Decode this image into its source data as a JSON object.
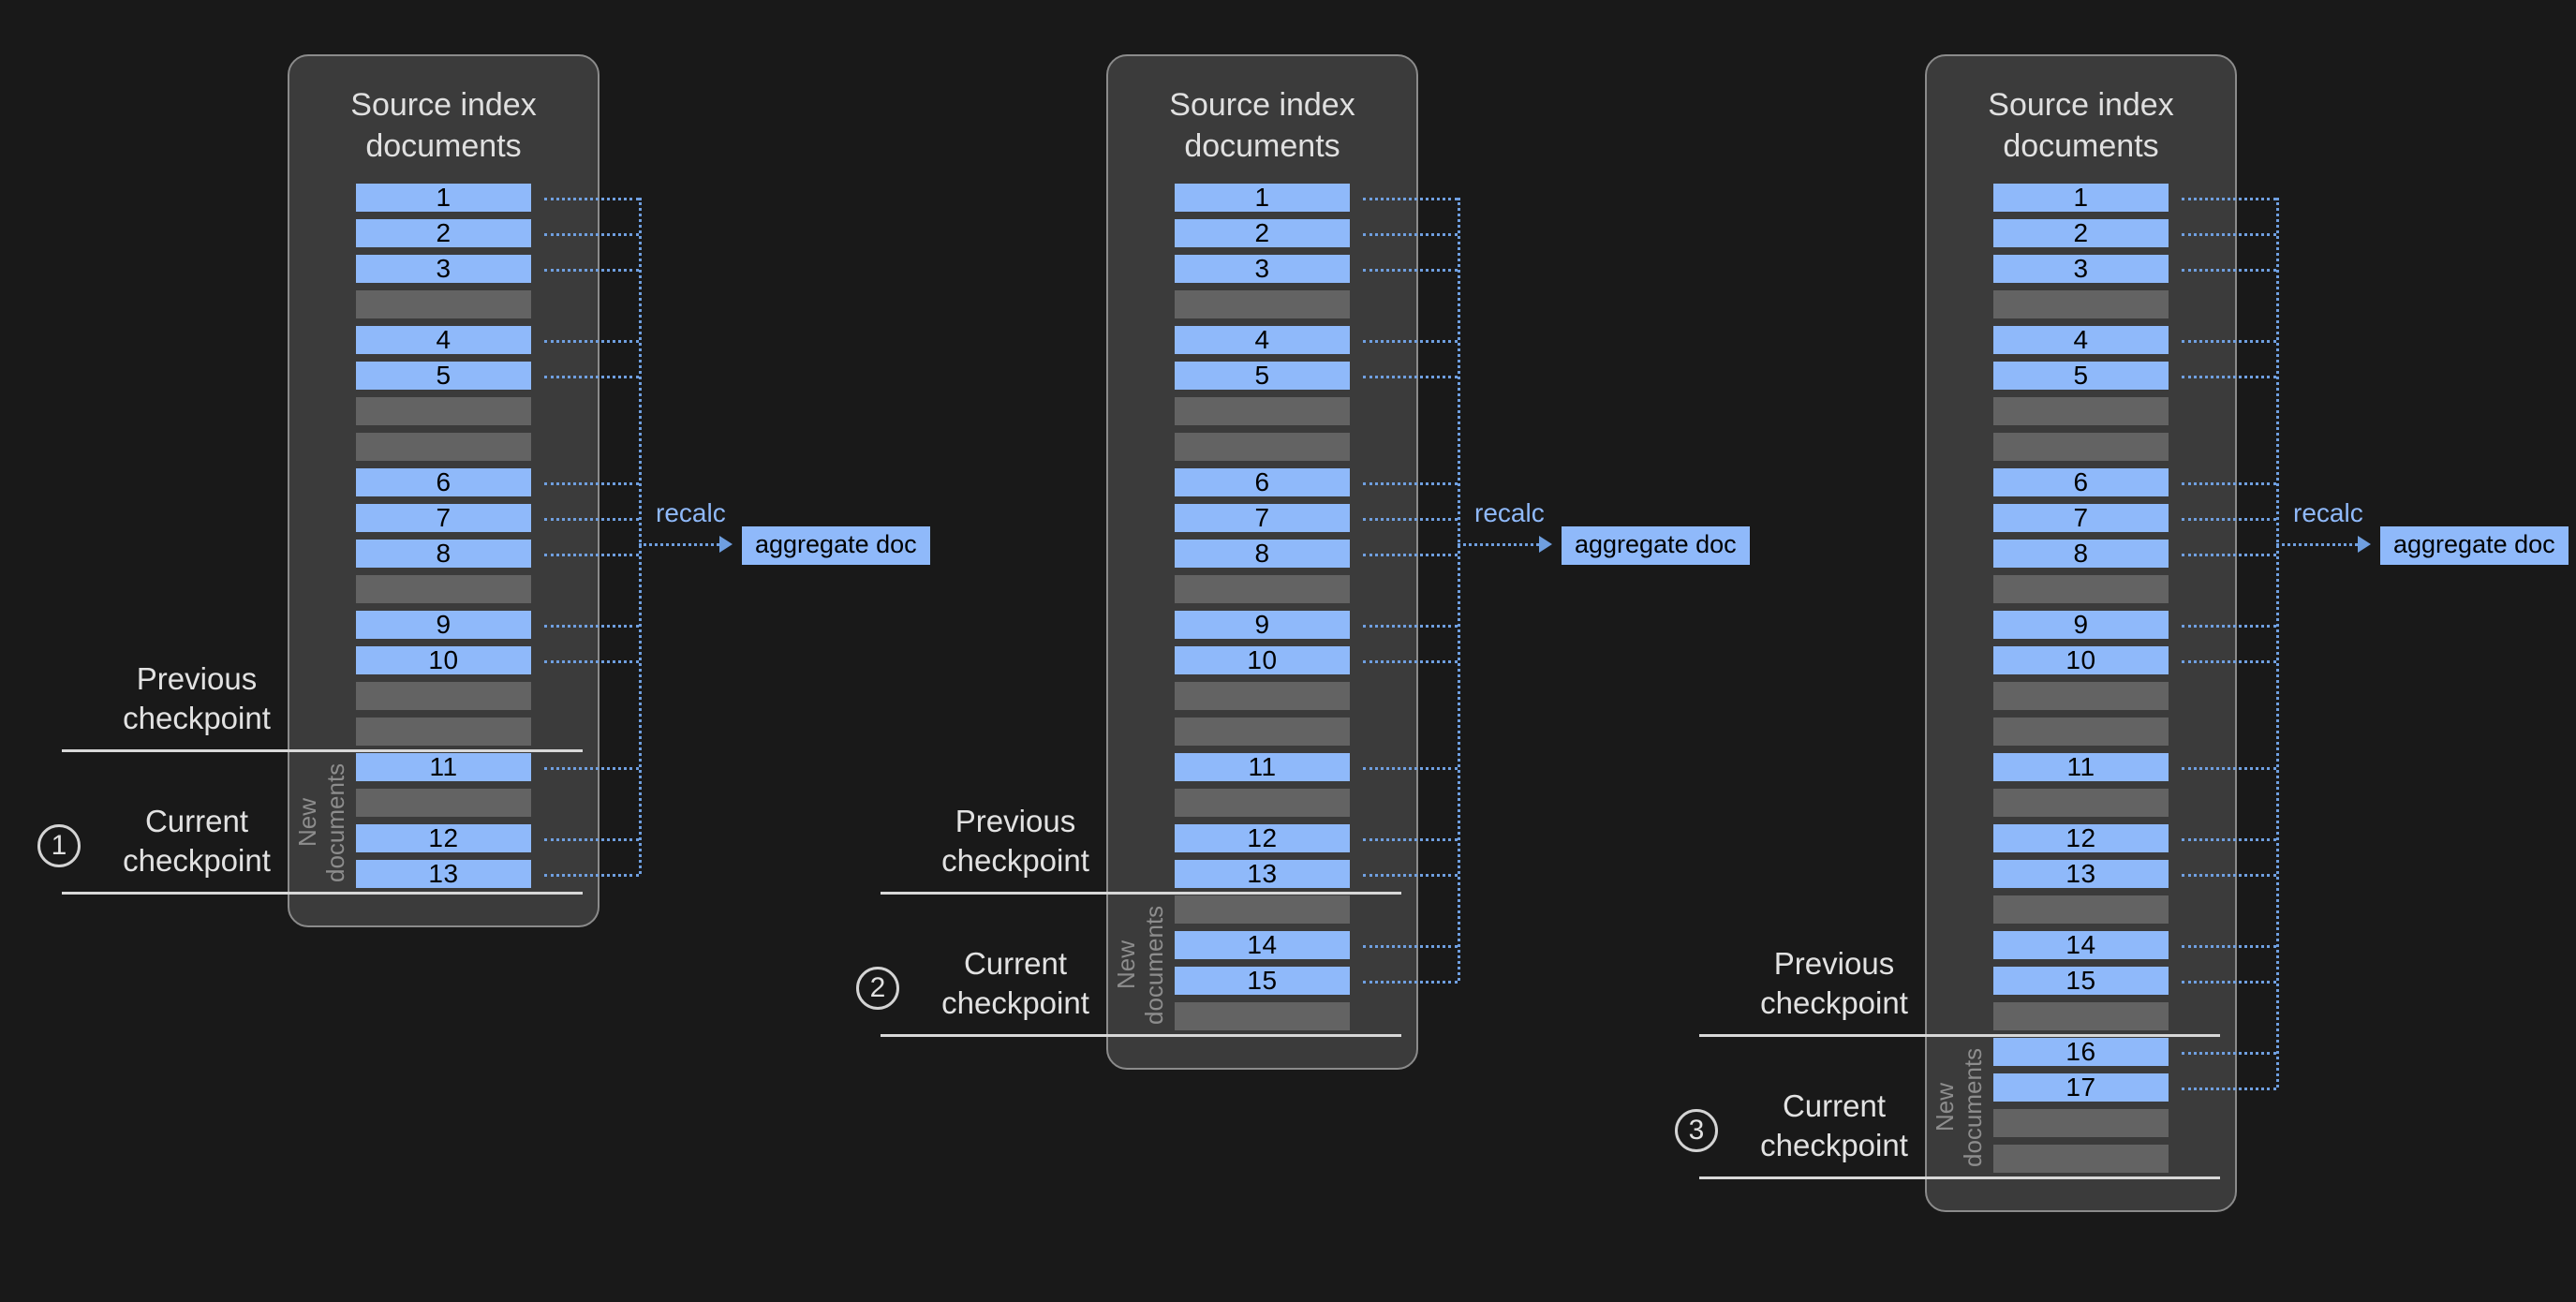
{
  "diagram": {
    "title_text": "Source index\ndocuments",
    "new_documents_label": "New\ndocuments",
    "recalc_label": "recalc",
    "aggregate_doc_label": "aggregate doc",
    "previous_checkpoint_label": "Previous\ncheckpoint",
    "current_checkpoint_label": "Current\ncheckpoint",
    "colors": {
      "canvas": "#191919",
      "panel_fill": "#3b3b3b",
      "panel_border": "#8b8b8b",
      "doc_row": "#8fb9fa",
      "empty_row": "#636363",
      "connector": "#6f9fe0",
      "checkpoint_line": "#d8d8d8",
      "text_light": "#e2e2e2"
    }
  },
  "stages": [
    {
      "step_number": "1",
      "title": "Source index\ndocuments",
      "rows": [
        {
          "label": "1",
          "type": "doc"
        },
        {
          "label": "2",
          "type": "doc"
        },
        {
          "label": "3",
          "type": "doc"
        },
        {
          "label": "",
          "type": "empty"
        },
        {
          "label": "4",
          "type": "doc"
        },
        {
          "label": "5",
          "type": "doc"
        },
        {
          "label": "",
          "type": "empty"
        },
        {
          "label": "",
          "type": "empty"
        },
        {
          "label": "6",
          "type": "doc"
        },
        {
          "label": "7",
          "type": "doc"
        },
        {
          "label": "8",
          "type": "doc"
        },
        {
          "label": "",
          "type": "empty"
        },
        {
          "label": "9",
          "type": "doc"
        },
        {
          "label": "10",
          "type": "doc"
        },
        {
          "label": "",
          "type": "empty"
        },
        {
          "label": "",
          "type": "empty"
        },
        {
          "label": "11",
          "type": "doc"
        },
        {
          "label": "",
          "type": "empty"
        },
        {
          "label": "12",
          "type": "doc"
        },
        {
          "label": "13",
          "type": "doc"
        }
      ],
      "previous_checkpoint_after_row": 15,
      "current_checkpoint_after_row": 19,
      "recalc_label": "recalc",
      "aggregate_doc_label": "aggregate doc",
      "previous_checkpoint_label": "Previous\ncheckpoint",
      "current_checkpoint_label": "Current\ncheckpoint",
      "new_documents_label": "New\ndocuments"
    },
    {
      "step_number": "2",
      "title": "Source index\ndocuments",
      "rows": [
        {
          "label": "1",
          "type": "doc"
        },
        {
          "label": "2",
          "type": "doc"
        },
        {
          "label": "3",
          "type": "doc"
        },
        {
          "label": "",
          "type": "empty"
        },
        {
          "label": "4",
          "type": "doc"
        },
        {
          "label": "5",
          "type": "doc"
        },
        {
          "label": "",
          "type": "empty"
        },
        {
          "label": "",
          "type": "empty"
        },
        {
          "label": "6",
          "type": "doc"
        },
        {
          "label": "7",
          "type": "doc"
        },
        {
          "label": "8",
          "type": "doc"
        },
        {
          "label": "",
          "type": "empty"
        },
        {
          "label": "9",
          "type": "doc"
        },
        {
          "label": "10",
          "type": "doc"
        },
        {
          "label": "",
          "type": "empty"
        },
        {
          "label": "",
          "type": "empty"
        },
        {
          "label": "11",
          "type": "doc"
        },
        {
          "label": "",
          "type": "empty"
        },
        {
          "label": "12",
          "type": "doc"
        },
        {
          "label": "13",
          "type": "doc"
        },
        {
          "label": "",
          "type": "empty"
        },
        {
          "label": "14",
          "type": "doc"
        },
        {
          "label": "15",
          "type": "doc"
        },
        {
          "label": "",
          "type": "empty"
        }
      ],
      "previous_checkpoint_after_row": 19,
      "current_checkpoint_after_row": 23,
      "recalc_label": "recalc",
      "aggregate_doc_label": "aggregate doc",
      "previous_checkpoint_label": "Previous\ncheckpoint",
      "current_checkpoint_label": "Current\ncheckpoint",
      "new_documents_label": "New\ndocuments"
    },
    {
      "step_number": "3",
      "title": "Source index\ndocuments",
      "rows": [
        {
          "label": "1",
          "type": "doc"
        },
        {
          "label": "2",
          "type": "doc"
        },
        {
          "label": "3",
          "type": "doc"
        },
        {
          "label": "",
          "type": "empty"
        },
        {
          "label": "4",
          "type": "doc"
        },
        {
          "label": "5",
          "type": "doc"
        },
        {
          "label": "",
          "type": "empty"
        },
        {
          "label": "",
          "type": "empty"
        },
        {
          "label": "6",
          "type": "doc"
        },
        {
          "label": "7",
          "type": "doc"
        },
        {
          "label": "8",
          "type": "doc"
        },
        {
          "label": "",
          "type": "empty"
        },
        {
          "label": "9",
          "type": "doc"
        },
        {
          "label": "10",
          "type": "doc"
        },
        {
          "label": "",
          "type": "empty"
        },
        {
          "label": "",
          "type": "empty"
        },
        {
          "label": "11",
          "type": "doc"
        },
        {
          "label": "",
          "type": "empty"
        },
        {
          "label": "12",
          "type": "doc"
        },
        {
          "label": "13",
          "type": "doc"
        },
        {
          "label": "",
          "type": "empty"
        },
        {
          "label": "14",
          "type": "doc"
        },
        {
          "label": "15",
          "type": "doc"
        },
        {
          "label": "",
          "type": "empty"
        },
        {
          "label": "16",
          "type": "doc"
        },
        {
          "label": "17",
          "type": "doc"
        },
        {
          "label": "",
          "type": "empty"
        },
        {
          "label": "",
          "type": "empty"
        }
      ],
      "previous_checkpoint_after_row": 23,
      "current_checkpoint_after_row": 27,
      "recalc_label": "recalc",
      "aggregate_doc_label": "aggregate doc",
      "previous_checkpoint_label": "Previous\ncheckpoint",
      "current_checkpoint_label": "Current\ncheckpoint",
      "new_documents_label": "New\ndocuments"
    }
  ]
}
